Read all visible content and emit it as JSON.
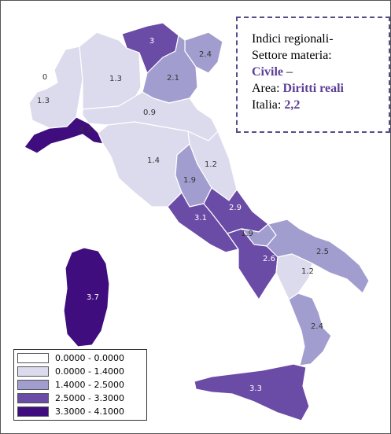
{
  "info_box": {
    "line1": "Indici regionali-",
    "line2": "Settore materia:",
    "sector": "Civile",
    "dash": " –",
    "area_label": "Area: ",
    "area": "Diritti reali",
    "italy_label": "Italia: ",
    "italy_value": "2,2"
  },
  "legend": [
    {
      "label": "0.0000 - 0.0000",
      "color": "#ffffff"
    },
    {
      "label": "0.0000 - 1.4000",
      "color": "#dcdbee"
    },
    {
      "label": "1.4000 - 2.5000",
      "color": "#a29dcf"
    },
    {
      "label": "2.5000 - 3.3000",
      "color": "#6a4ba6"
    },
    {
      "label": "3.3000 - 4.1000",
      "color": "#3f0d7d"
    }
  ],
  "regions": [
    {
      "name": "Valle d'Aosta",
      "value": "0"
    },
    {
      "name": "Piemonte",
      "value": "1.3"
    },
    {
      "name": "Lombardia",
      "value": "1.3"
    },
    {
      "name": "Trentino-Alto Adige",
      "value": "3"
    },
    {
      "name": "Friuli-Venezia Giulia",
      "value": "2.4"
    },
    {
      "name": "Veneto",
      "value": "2.1"
    },
    {
      "name": "Liguria",
      "value": "4.1"
    },
    {
      "name": "Emilia-Romagna",
      "value": "0.9"
    },
    {
      "name": "Toscana",
      "value": "1.4"
    },
    {
      "name": "Marche",
      "value": "1.2"
    },
    {
      "name": "Umbria",
      "value": "1.9"
    },
    {
      "name": "Lazio",
      "value": "3.1"
    },
    {
      "name": "Abruzzo",
      "value": "2.9"
    },
    {
      "name": "Molise",
      "value": "1.9"
    },
    {
      "name": "Campania",
      "value": "2.6"
    },
    {
      "name": "Puglia",
      "value": "2.5"
    },
    {
      "name": "Basilicata",
      "value": "1.2"
    },
    {
      "name": "Calabria",
      "value": "2.4"
    },
    {
      "name": "Sicilia",
      "value": "3.3"
    },
    {
      "name": "Sardegna",
      "value": "3.7"
    }
  ]
}
